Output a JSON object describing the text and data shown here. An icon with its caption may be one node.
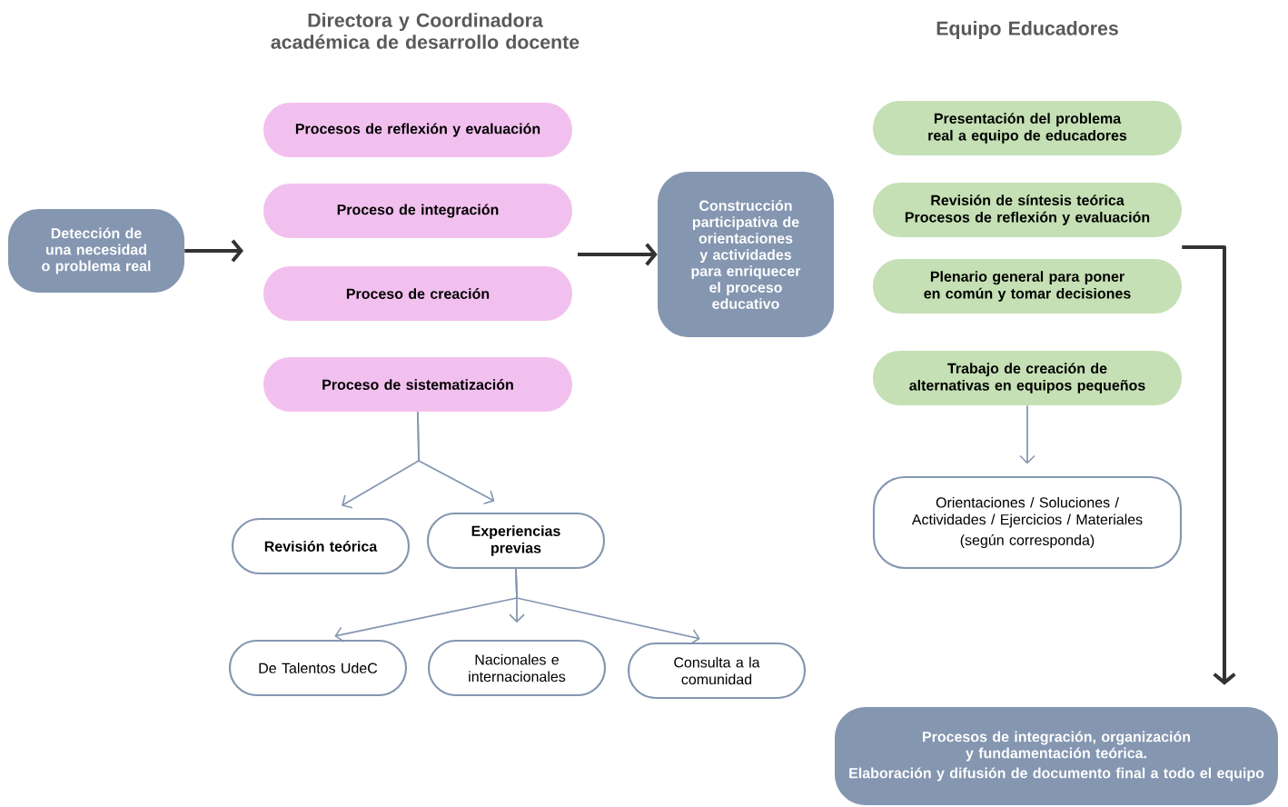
{
  "diagram": {
    "nodes": [
      {
        "text": [
          "Detección de una necesidad o problema real"
        ]
      },
      {
        "text": [
          "Procesos de reflexión y evaluación"
        ]
      },
      {
        "text": [
          "Proceso de integración"
        ]
      },
      {
        "text": [
          "Proceso de creación"
        ]
      },
      {
        "text": [
          "Proceso de sistematización"
        ]
      },
      {
        "text": [
          "Construcción participativa de orientaciones y actividades para enriquecer el proceso educativo"
        ]
      },
      {
        "text": [
          "Presentación del problema real a equipo de educadores"
        ]
      },
      {
        "text": [
          "Revisión de síntesis teórica Procesos de reflexión y evaluación"
        ]
      },
      {
        "text": [
          "Plenario general para poner en común y tomar decisiones"
        ]
      },
      {
        "text": [
          "Trabajo de creación de alternativas en equipos pequeños"
        ]
      },
      {
        "text": [
          "Orientaciones / Soluciones / Actividades / Ejercicios / Materiales",
          "(según corresponda)"
        ]
      },
      {
        "text": [
          "Revisión teórica"
        ]
      },
      {
        "text": [
          "Experiencias previas"
        ]
      },
      {
        "text": [
          "De Talentos UdeC"
        ]
      },
      {
        "text": [
          "Nacionales e internacionales"
        ]
      },
      {
        "text": [
          "Consulta a la comunidad"
        ]
      },
      {
        "text": [
          "Procesos de integración, organización y fundamentación teórica.",
          "Elaboración y difusión de documento final a todo el equipo"
        ]
      }
    ],
    "edges": [
      {
        "from": 0,
        "to": null,
        "arrow": "to",
        "style": "thick",
        "color": "#333333"
      },
      {
        "from": null,
        "to": 5,
        "arrow": "to",
        "style": "thick",
        "color": "#333333"
      },
      {
        "from": 4,
        "to": 11,
        "arrow": "to"
      },
      {
        "from": 4,
        "to": 12,
        "arrow": "to"
      },
      {
        "from": 12,
        "to": 13,
        "arrow": "to"
      },
      {
        "from": 12,
        "to": 14,
        "arrow": "to"
      },
      {
        "from": 12,
        "to": 15,
        "arrow": "to"
      },
      {
        "from": 9,
        "to": 10,
        "arrow": "to"
      },
      {
        "from": 7,
        "to": 16,
        "arrow": "to",
        "style": "thick",
        "color": "#333333"
      }
    ],
    "labels": [
      "Directora y Coordinadora académica de desarrollo docente",
      "Equipo Educadores"
    ]
  }
}
